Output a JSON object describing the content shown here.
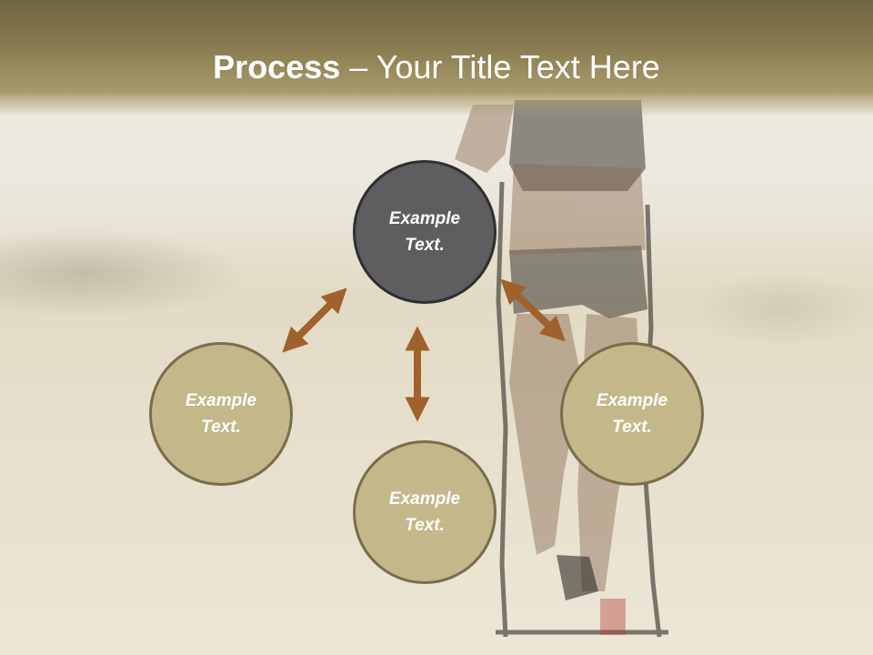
{
  "title": {
    "bold": "Process",
    "rest": " – Your Title Text Here"
  },
  "nodes": {
    "top": {
      "line1": "Example",
      "line2": "Text."
    },
    "left": {
      "line1": "Example",
      "line2": "Text."
    },
    "right": {
      "line1": "Example",
      "line2": "Text."
    },
    "bottom": {
      "line1": "Example",
      "line2": "Text."
    }
  },
  "colors": {
    "header": "#8c7f53",
    "active_node": "#5e5e60",
    "node": "#c4b78a",
    "arrow": "#a0612c"
  }
}
